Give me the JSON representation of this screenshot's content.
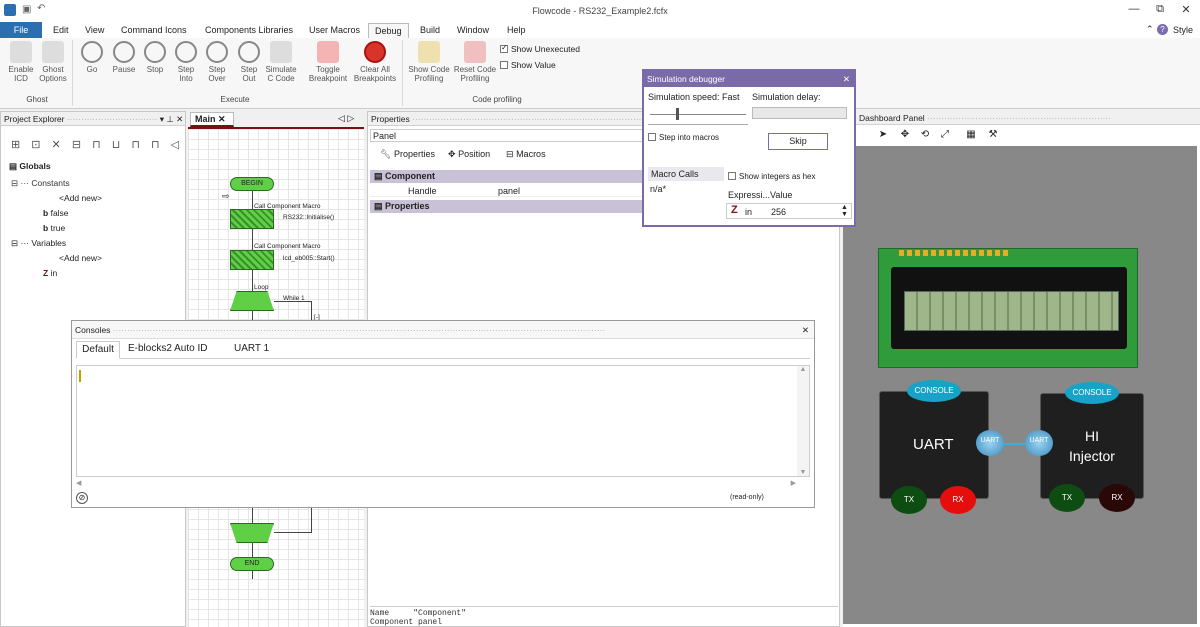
{
  "window": {
    "title": "Flowcode - RS232_Example2.fcfx",
    "minimize": "—",
    "restore": "⧉",
    "close": "✕"
  },
  "menu": {
    "file": "File",
    "tabs": [
      "Edit",
      "View",
      "Command Icons",
      "Components Libraries",
      "User Macros",
      "Debug",
      "Build",
      "Window",
      "Help"
    ],
    "style": "Style",
    "help_icon": "?"
  },
  "ribbon": {
    "ghost": {
      "enable_icd": "Enable\nICD",
      "ghost_options": "Ghost\nOptions",
      "group": "Ghost"
    },
    "execute": {
      "go": "Go",
      "pause": "Pause",
      "stop": "Stop",
      "step_into": "Step\nInto",
      "step_over": "Step\nOver",
      "step_out": "Step\nOut",
      "simulate_c": "Simulate\nC Code",
      "toggle_bp": "Toggle\nBreakpoint",
      "clear_bp": "Clear All\nBreakpoints",
      "group": "Execute"
    },
    "profiling": {
      "show": "Show Code\nProfiling",
      "reset": "Reset Code\nProfiling",
      "show_unexecuted": "Show Unexecuted",
      "show_value": "Show Value",
      "group": "Code profiling"
    }
  },
  "project_explorer": {
    "title": "Project Explorer",
    "globals": "Globals",
    "constants": "Constants",
    "add_new_1": "<Add new>",
    "false_item": "false",
    "true_item": "true",
    "variables": "Variables",
    "add_new_2": "<Add new>",
    "in_item": "in"
  },
  "main_tab": {
    "label": "Main"
  },
  "flowchart": {
    "begin": "BEGIN",
    "call1_title": "Call Component Macro",
    "call1_value": "RS232::Initialise()",
    "call2_title": "Call Component Macro",
    "call2_value": "lcd_eb005::Start()",
    "loop": "Loop",
    "while": "While 1",
    "end": "END"
  },
  "properties": {
    "title": "Properties",
    "selected": "Panel",
    "tabs": [
      "Properties",
      "Position",
      "Macros"
    ],
    "component_header": "Component",
    "handle_label": "Handle",
    "handle_value": "panel",
    "properties_header": "Properties",
    "footer_name": "Name",
    "footer_name_value": "\"Component\"",
    "footer_comp": "Component panel"
  },
  "sim_debugger": {
    "title": "Simulation debugger",
    "speed": "Simulation speed: Fast",
    "delay": "Simulation delay:",
    "step_into_macros": "Step into macros",
    "skip": "Skip",
    "macro_calls": "Macro Calls",
    "na": "n/a*",
    "show_hex": "Show integers as hex",
    "col_expr": "Expressi...",
    "col_value": "Value",
    "row_expr": "in",
    "row_value": "256"
  },
  "dashboard": {
    "title": "Dashboard Panel",
    "console1": "CONSOLE",
    "console2": "CONSOLE",
    "uart_label": "UART",
    "injector_label": "HI\nInjector",
    "uart_api1": "UART",
    "uart_api2": "UART",
    "tx1": "TX",
    "rx1": "RX",
    "tx2": "TX",
    "rx2": "RX"
  },
  "consoles": {
    "title": "Consoles",
    "tabs": [
      "Default",
      "E-blocks2 Auto ID",
      "UART 1"
    ],
    "readonly": "(read-only)"
  }
}
